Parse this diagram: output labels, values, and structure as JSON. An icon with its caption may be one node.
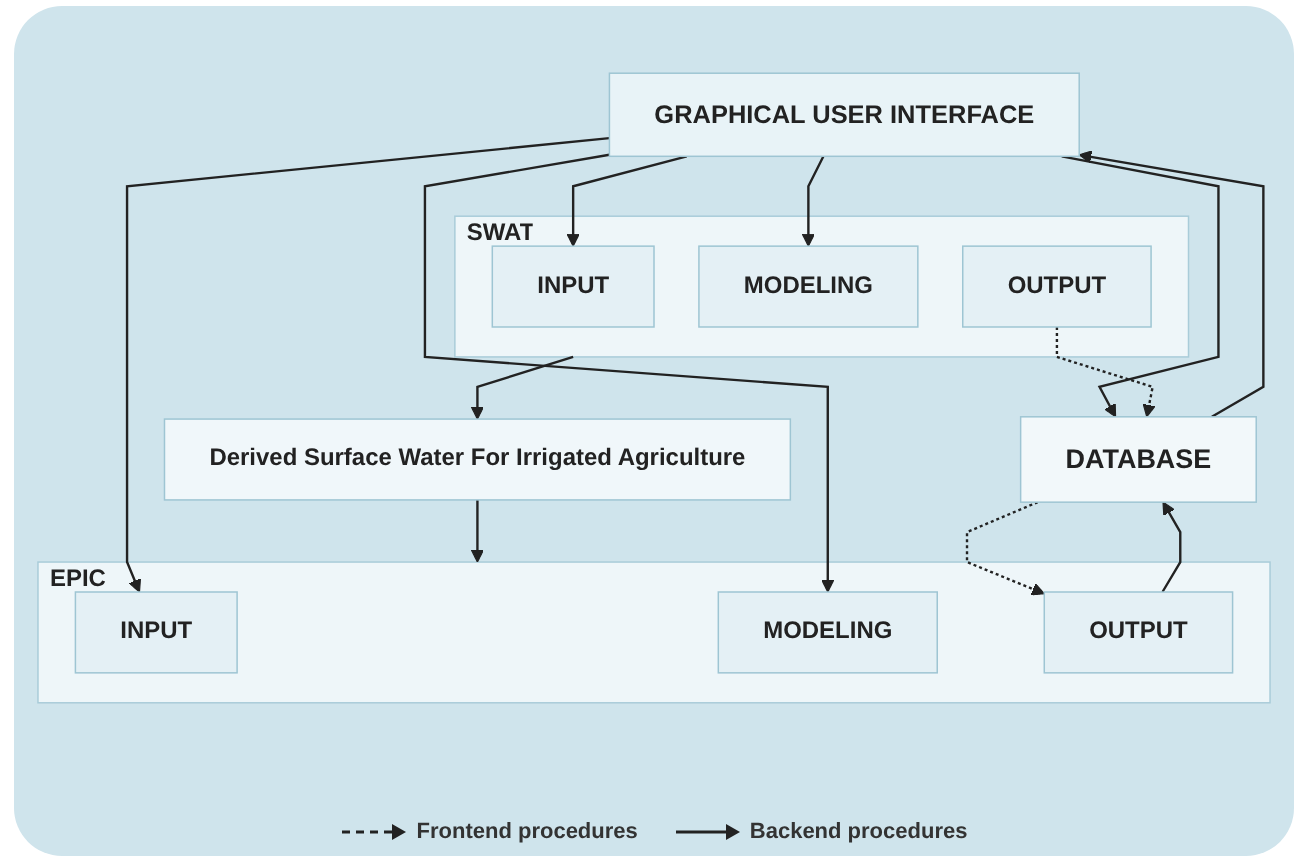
{
  "diagram": {
    "nodes": [
      {
        "text": [
          "GRAPHICAL USER INTERFACE"
        ]
      },
      {
        "text": [
          "EPIC"
        ]
      },
      {
        "text": [
          "INPUT"
        ],
        "in": 1
      },
      {
        "text": [
          "MODELING"
        ],
        "in": 1
      },
      {
        "text": [
          "OUTPUT"
        ],
        "in": 1
      },
      {
        "text": [
          "DATABASE"
        ]
      },
      {
        "text": [
          "SWAT"
        ]
      },
      {
        "text": [
          "INPUT"
        ],
        "in": 6
      },
      {
        "text": [
          "MODELING"
        ],
        "in": 6
      },
      {
        "text": [
          "OUTPUT"
        ],
        "in": 6
      },
      {
        "text": [
          "Derived Surface Water For Irrigated Agriculture"
        ]
      }
    ],
    "edges": [
      {
        "from": 0,
        "to": 2,
        "arrow": "to"
      },
      {
        "from": 0,
        "to": 3,
        "arrow": "to"
      },
      {
        "from": 0,
        "to": 5,
        "arrow": "to"
      },
      {
        "from": 5,
        "to": 0,
        "arrow": "to"
      },
      {
        "from": 0,
        "to": 7,
        "arrow": "to"
      },
      {
        "from": 0,
        "to": 8,
        "arrow": "to"
      },
      {
        "from": 4,
        "to": 5,
        "arrow": "to"
      },
      {
        "from": 5,
        "to": 4,
        "arrow": "to",
        "style": "dashed"
      },
      {
        "from": 9,
        "to": 5,
        "arrow": "to",
        "style": "dashed"
      },
      {
        "from": 6,
        "to": 10,
        "arrow": "to"
      },
      {
        "from": 10,
        "to": 1,
        "arrow": "to"
      }
    ],
    "legend": [
      {
        "text": "Frontend procedures"
      },
      {
        "text": "Backend procedures"
      }
    ]
  }
}
